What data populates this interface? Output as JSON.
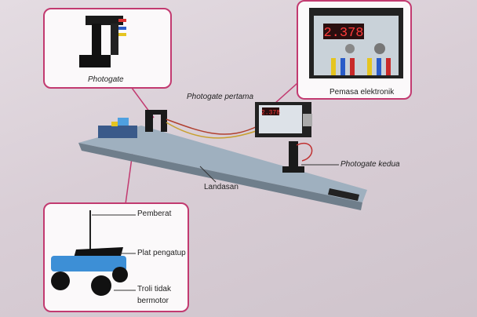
{
  "callouts": {
    "photogate": "Photogate",
    "timer": "Pemasa elektronik"
  },
  "labels": {
    "photogate_first": "Photogate pertama",
    "photogate_second": "Photogate kedua",
    "track": "Landasan",
    "weight": "Pemberat",
    "flag_plate": "Plat pengatup",
    "trolley_line1": "Troli tidak",
    "trolley_line2": "bermotor"
  },
  "timer_display": "2.378",
  "colors": {
    "callout_border": "#c23a70",
    "display": "#ff3b3b"
  }
}
